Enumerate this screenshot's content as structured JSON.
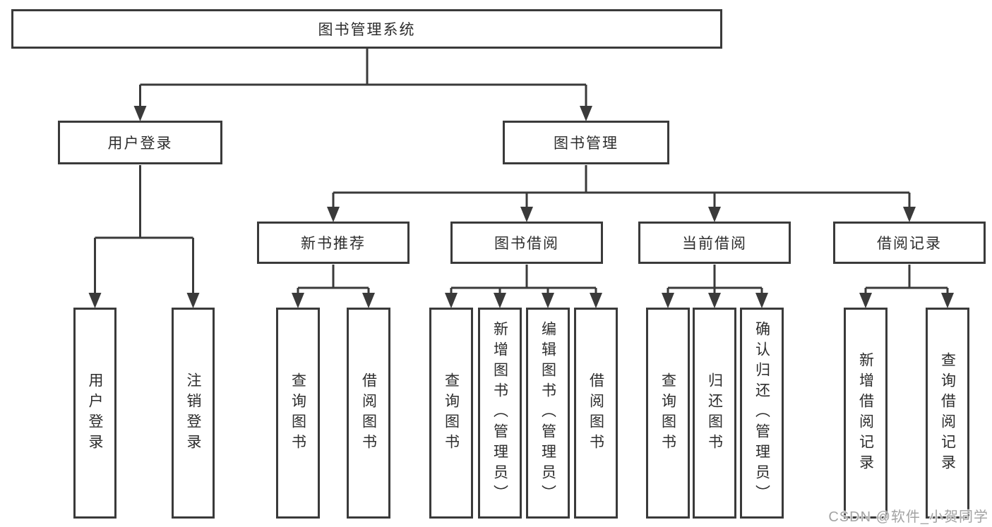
{
  "hierarchy": {
    "label": "图书管理系统",
    "children": [
      {
        "label": "用户登录",
        "children": [
          {
            "label": "用户登录"
          },
          {
            "label": "注销登录"
          }
        ]
      },
      {
        "label": "图书管理",
        "children": [
          {
            "label": "新书推荐",
            "children": [
              {
                "label": "查询图书"
              },
              {
                "label": "借阅图书"
              }
            ]
          },
          {
            "label": "图书借阅",
            "children": [
              {
                "label": "查询图书"
              },
              {
                "label": "新增图书（管理员）"
              },
              {
                "label": "编辑图书（管理员）"
              },
              {
                "label": "借阅图书"
              }
            ]
          },
          {
            "label": "当前借阅",
            "children": [
              {
                "label": "查询图书"
              },
              {
                "label": "归还图书"
              },
              {
                "label": "确认归还（管理员）"
              }
            ]
          },
          {
            "label": "借阅记录",
            "children": [
              {
                "label": "新增借阅记录"
              },
              {
                "label": "查询借阅记录"
              }
            ]
          }
        ]
      }
    ]
  },
  "watermark": {
    "text": "CSDN @软件_小贺同学"
  },
  "colors": {
    "line": "#3a3a3a",
    "text": "#2d2d2d",
    "watermark": "#a3a3a3",
    "background": "#ffffff"
  }
}
